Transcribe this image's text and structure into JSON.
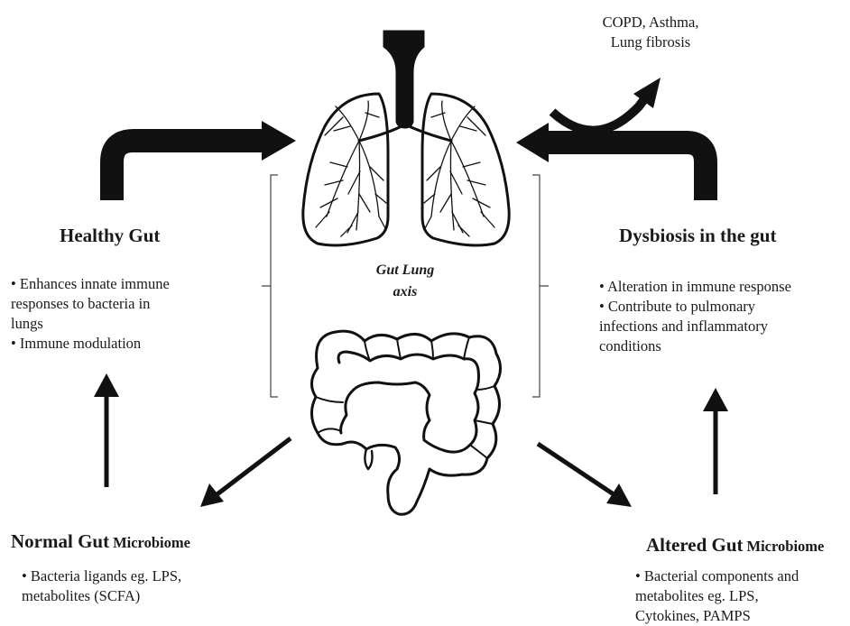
{
  "axis": {
    "line1": "Gut Lung",
    "line2": "axis"
  },
  "lung_diseases": {
    "line1": "COPD, Asthma,",
    "line2": "Lung fibrosis"
  },
  "healthy_gut": {
    "title": "Healthy Gut",
    "bullets": [
      {
        "line1": "• Enhances innate immune",
        "line2": "responses to bacteria in",
        "line3": "lungs"
      },
      {
        "line1": "• Immune modulation"
      }
    ]
  },
  "dysbiosis": {
    "title": "Dysbiosis in the gut",
    "bullets": [
      {
        "line1": "• Alteration in immune response"
      },
      {
        "line1": "• Contribute to pulmonary",
        "line2": "infections and inflammatory",
        "line3": "conditions"
      }
    ]
  },
  "normal_microbiome": {
    "title_bold": "Normal Gut",
    "title_rest": "Microbiome",
    "line1": "• Bacteria ligands eg. LPS,",
    "line2": "metabolites (SCFA)"
  },
  "altered_microbiome": {
    "title_bold": "Altered Gut",
    "title_rest": "Microbiome",
    "line1": "• Bacterial components and",
    "line2": "metabolites eg. LPS,",
    "line3": "Cytokines, PAMPS"
  },
  "colors": {
    "ink": "#111111",
    "background": "#ffffff"
  },
  "icons": [
    "lungs-icon",
    "intestine-icon"
  ]
}
